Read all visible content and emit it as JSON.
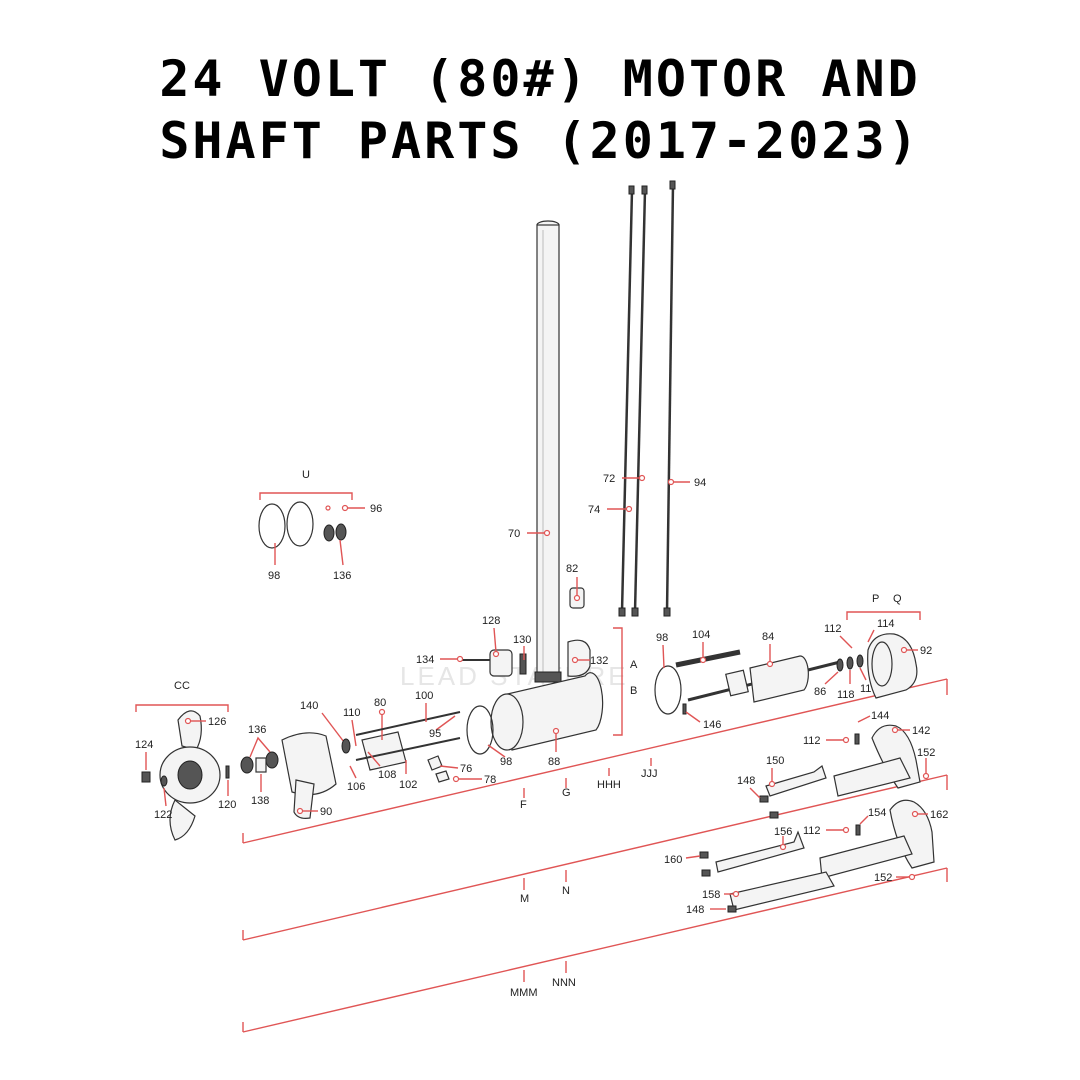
{
  "title": {
    "line1": "24 VOLT (80#) MOTOR AND",
    "line2": "SHAFT PARTS (2017-2023)"
  },
  "watermark": "LEAD STATURE",
  "labels": {
    "U": "U",
    "n96a": "96",
    "n98a": "98",
    "n136a": "136",
    "n72": "72",
    "n74": "74",
    "n94": "94",
    "n70": "70",
    "n82": "82",
    "n128": "128",
    "n130": "130",
    "n132": "132",
    "n134": "134",
    "A": "A",
    "B": "B",
    "n98b": "98",
    "n104": "104",
    "n84": "84",
    "n146": "146",
    "n86": "86",
    "n118": "118",
    "n116": "116",
    "n112a": "112",
    "n114": "114",
    "P": "P",
    "Q": "Q",
    "n92": "92",
    "CC": "CC",
    "n126": "126",
    "n124": "124",
    "n122": "122",
    "n120": "120",
    "n136b": "136",
    "n138": "138",
    "n140": "140",
    "n90": "90",
    "n110": "110",
    "n80": "80",
    "n100": "100",
    "n95": "95",
    "n106": "106",
    "n108": "108",
    "n102": "102",
    "n76": "76",
    "n78": "78",
    "n98c": "98",
    "n88": "88",
    "F": "F",
    "G": "G",
    "HHH": "HHH",
    "JJJ": "JJJ",
    "n112b": "112",
    "n144": "144",
    "n142": "142",
    "n152a": "152",
    "n148a": "148",
    "n150": "150",
    "n112c": "112",
    "n154": "154",
    "n162": "162",
    "n156": "156",
    "n160": "160",
    "n158": "158",
    "n152b": "152",
    "n148b": "148",
    "M": "M",
    "N": "N",
    "MMM": "MMM",
    "NNN": "NNN"
  }
}
